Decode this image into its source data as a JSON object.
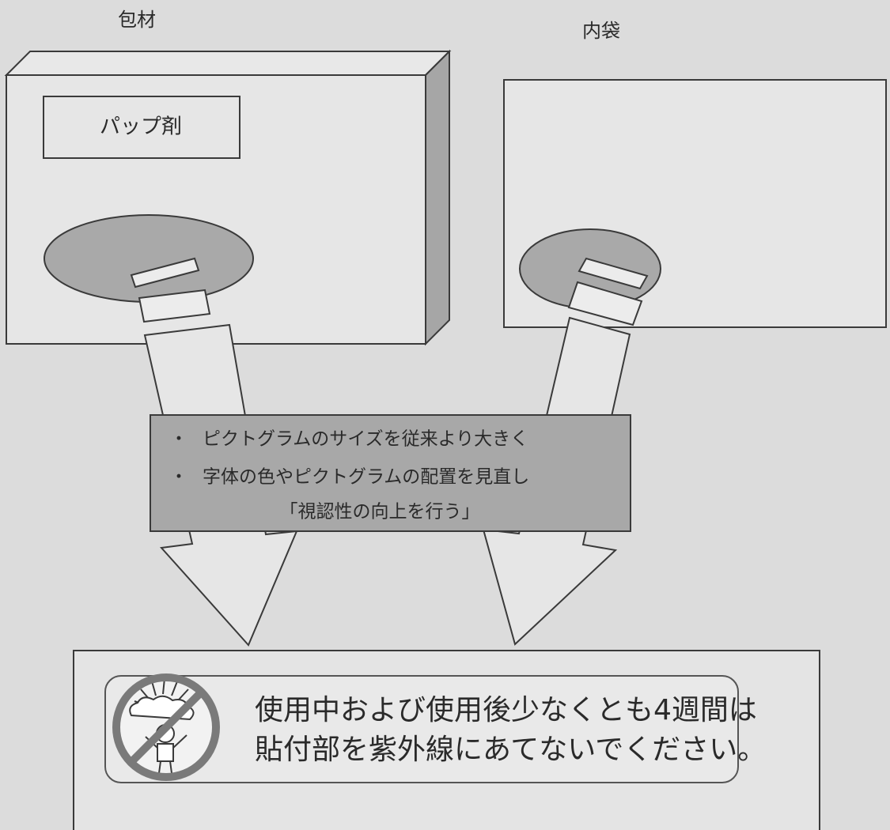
{
  "labels": {
    "packaging": "包材",
    "inner_bag": "内袋",
    "product_label": "パップ剤"
  },
  "improvements": {
    "bullet_symbol": "・",
    "items": [
      "ピクトグラムのサイズを従来より大きく",
      "字体の色やピクトグラムの配置を見直し"
    ],
    "summary": "「視認性の向上を行う」"
  },
  "warning": {
    "line1": "使用中および使用後少なくとも4週間は",
    "line2": "貼付部を紫外線にあてないでください。",
    "icon": "no-sun-exposure-icon"
  },
  "colors": {
    "background": "#dcdcdc",
    "box_fill": "#e6e6e6",
    "highlight_fill": "#a8a8a8",
    "line": "#3a3a3a",
    "prohibition": "#7a7a7a"
  }
}
